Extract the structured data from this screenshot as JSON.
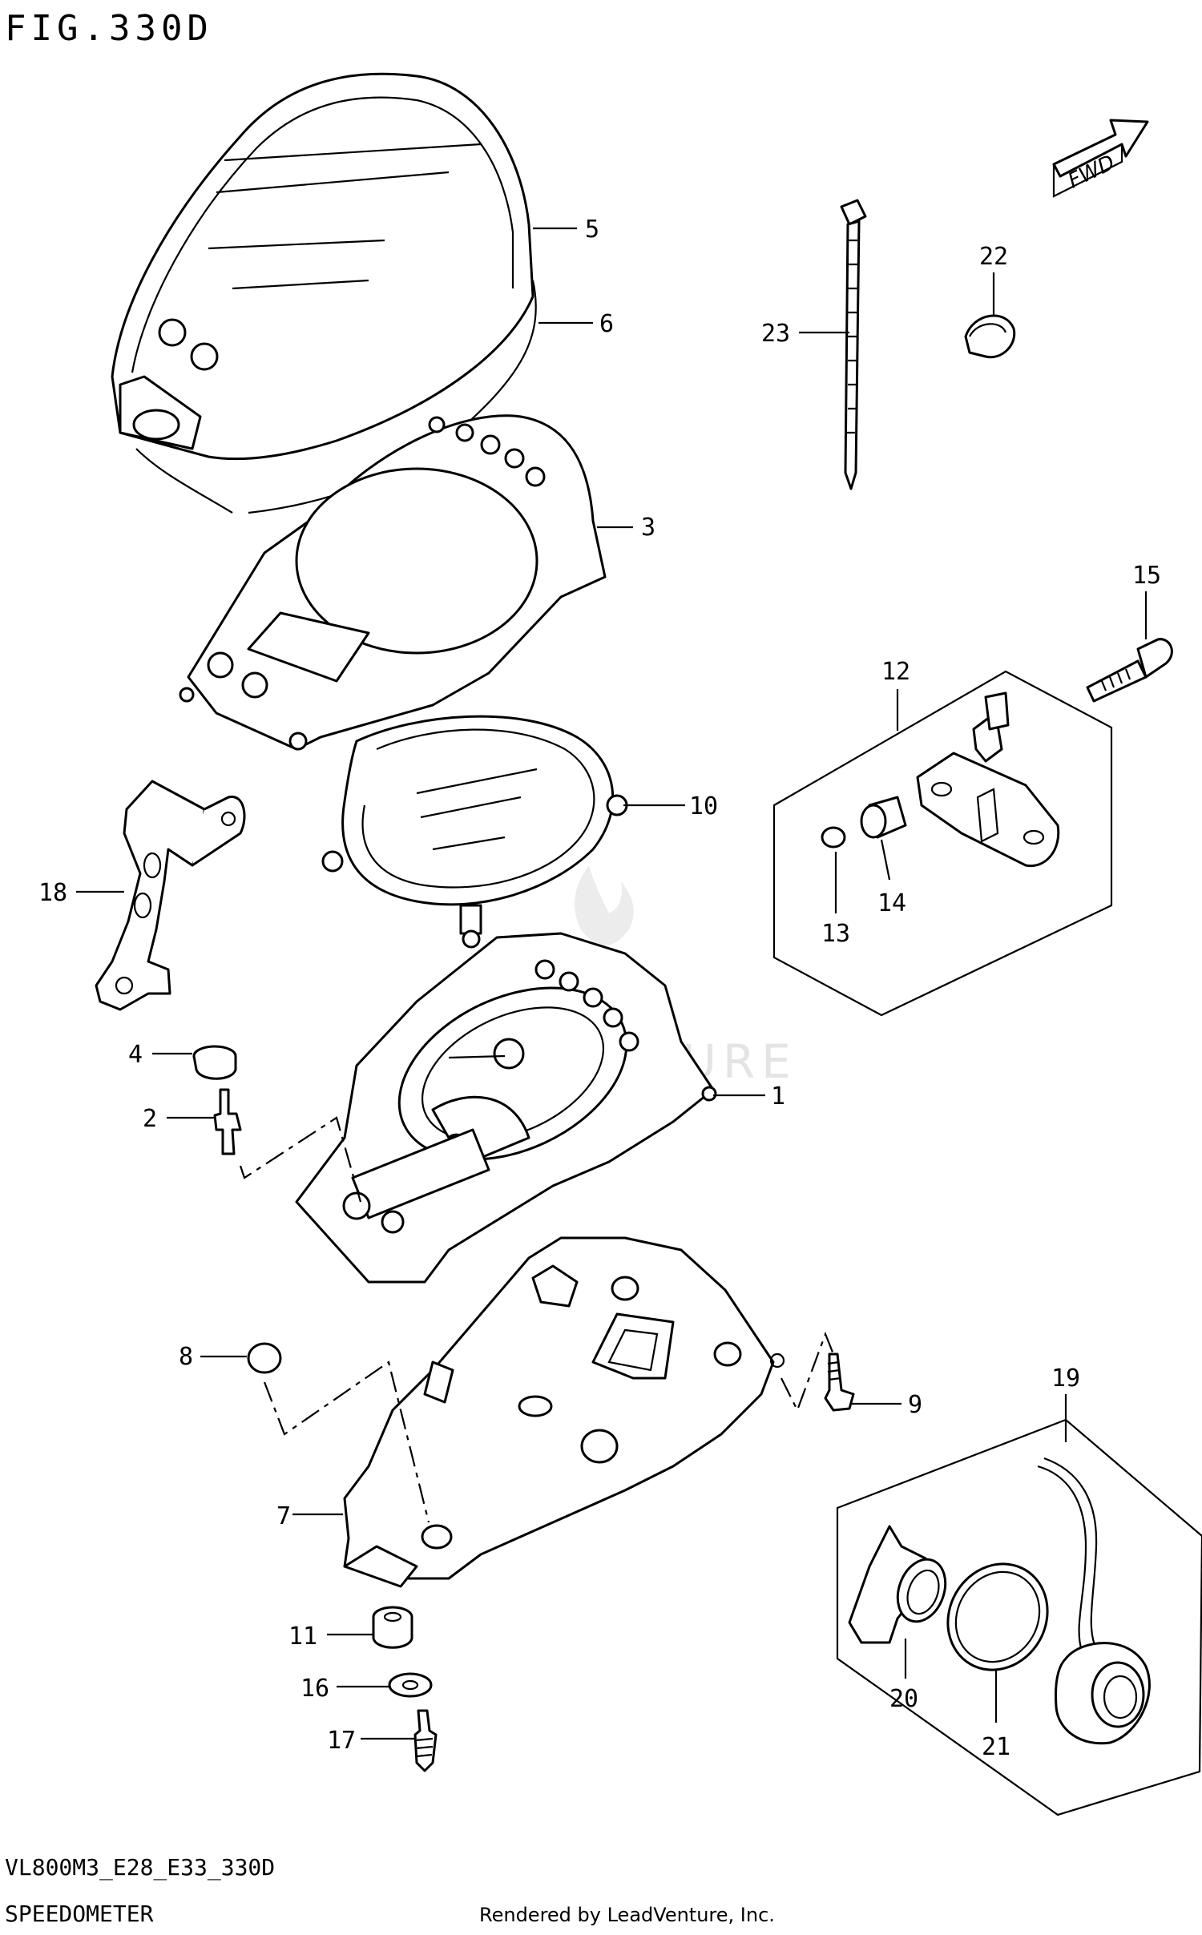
{
  "figure_title": "FIG.330D",
  "model_code": "VL800M3_E28_E33_330D",
  "section_name": "SPEEDOMETER",
  "credit": "Rendered by LeadVenture, Inc.",
  "watermark": "LEADVENTURE",
  "fwd_label": "FWD",
  "callouts": {
    "c1": "1",
    "c2": "2",
    "c3": "3",
    "c4": "4",
    "c5": "5",
    "c6": "6",
    "c7": "7",
    "c8": "8",
    "c9": "9",
    "c10": "10",
    "c11": "11",
    "c12": "12",
    "c13": "13",
    "c14": "14",
    "c15": "15",
    "c16": "16",
    "c17": "17",
    "c18": "18",
    "c19": "19",
    "c20": "20",
    "c21": "21",
    "c22": "22",
    "c23": "23"
  }
}
